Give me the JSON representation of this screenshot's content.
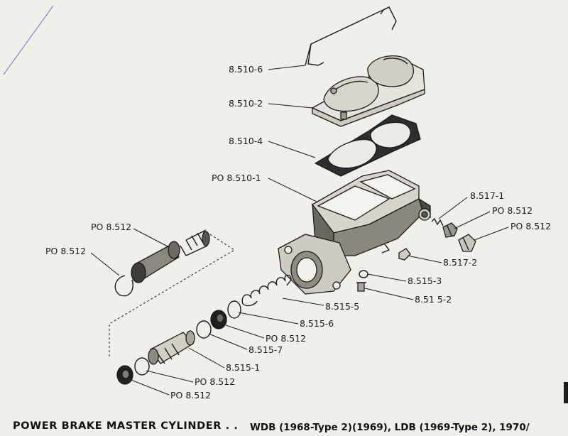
{
  "diagram": {
    "labels": {
      "cap_wire": "8.510-6",
      "cover": "8.510-2",
      "gasket": "8.510-4",
      "body": "PO 8.510-1",
      "outlet_fitting": "8.517-1",
      "nut_a": "PO 8.512",
      "nut_b": "PO 8.512",
      "fitting_plug": "8.517-2",
      "washer": "8.515-3",
      "bleeder": "8.51 5-2",
      "spring": "8.515-5",
      "cup_right": "8.515-6",
      "cup_po": "PO 8.512",
      "seal_ring": "8.515-7",
      "piston_secondary": "8.515-1",
      "lower_cup_po": "PO 8.512",
      "lower_seal_po": "PO 8.512",
      "primary_piston_po": "PO 8.512",
      "snap_ring_po": "PO 8.512"
    },
    "caption": {
      "title": "POWER BRAKE MASTER CYLINDER . .",
      "models": "WDB (1968-Type 2)(1969),  LDB (1969-Type 2),  1970/"
    }
  }
}
